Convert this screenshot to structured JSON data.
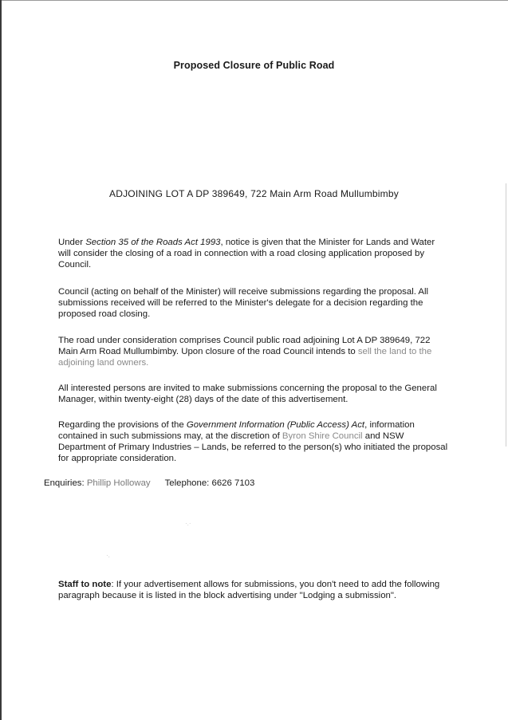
{
  "document": {
    "title": "Proposed Closure of Public Road",
    "subtitle": "ADJOINING LOT A DP 389649, 722 Main Arm Road Mullumbimby",
    "paragraphs": {
      "p1_a": "Under ",
      "p1_italic": "Section 35 of the Roads Act 1993",
      "p1_b": ", notice is given that the Minister for Lands and Water will consider the closing of a road in connection with a road closing application proposed by Council.",
      "p2": "Council (acting on behalf of the Minister) will receive submissions regarding the proposal.  All submissions received will be referred to the Minister's delegate for a decision regarding the proposed road closing.",
      "p3_a": "The road under consideration comprises Council public road adjoining Lot A DP 389649, 722 Main Arm Road Mullumbimby. Upon closure of the road Council intends to ",
      "p3_faint": "sell the land to the adjoining land owners.",
      "p4": "All interested persons are invited to make submissions concerning the proposal to the General Manager, within twenty-eight (28) days of the date of this advertisement.",
      "p5_a": "Regarding the provisions of the ",
      "p5_italic": "Government Information (Public Access) Act",
      "p5_b": ", information contained in such submissions may, at the discretion of ",
      "p5_faint": "Byron Shire Council",
      "p5_c": " and NSW Department of Primary Industries – Lands, be referred to the person(s) who initiated the proposal for appropriate consideration."
    },
    "enquiries": {
      "label": "Enquiries: ",
      "name": "Phillip Holloway",
      "telephone": "Telephone: 6626 7103"
    },
    "staff_note": {
      "label": "Staff to note",
      "text": ": If your advertisement allows for submissions, you don't need to add the following paragraph because it is listed in the block advertising under \"Lodging a submission\"."
    }
  }
}
